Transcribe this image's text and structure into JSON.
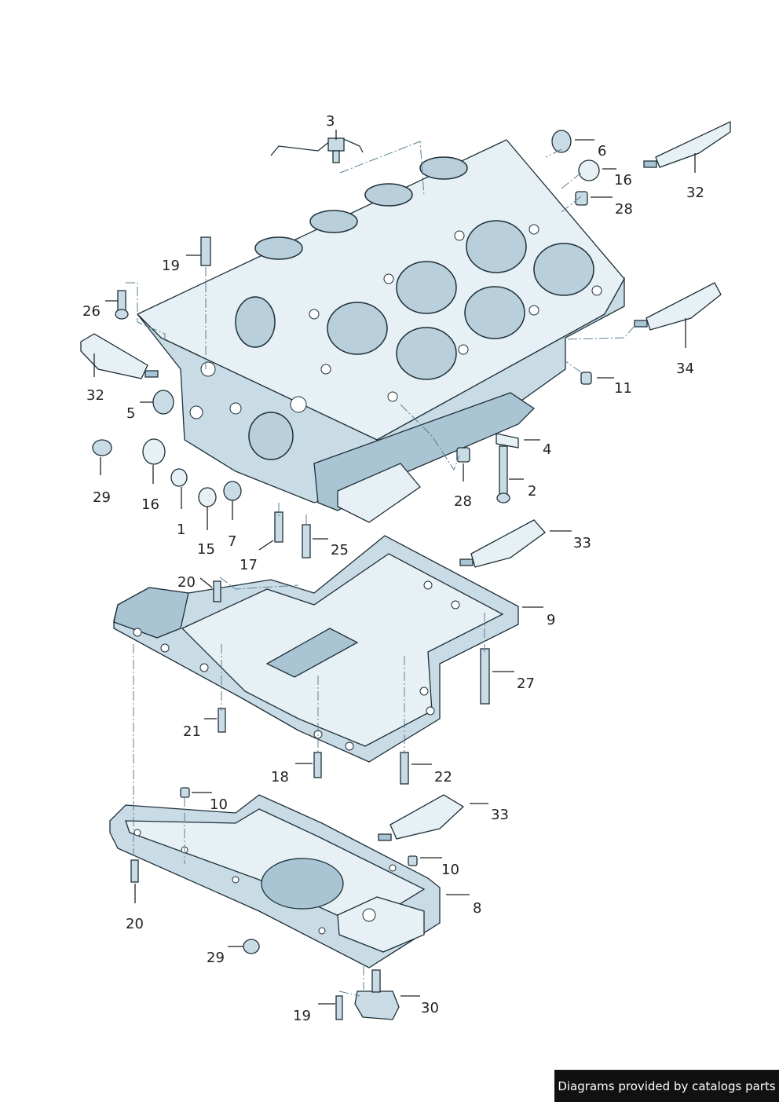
{
  "callouts": {
    "c3": "3",
    "c6": "6",
    "c16a": "16",
    "c28a": "28",
    "c32a": "32",
    "c19a": "19",
    "c26": "26",
    "c32b": "32",
    "c5": "5",
    "c34": "34",
    "c11": "11",
    "c4": "4",
    "c2": "2",
    "c28b": "28",
    "c29a": "29",
    "c16b": "16",
    "c1": "1",
    "c15": "15",
    "c7": "7",
    "c17": "17",
    "c25": "25",
    "c33a": "33",
    "c20a": "20",
    "c9": "9",
    "c27": "27",
    "c21": "21",
    "c18": "18",
    "c22": "22",
    "c10a": "10",
    "c33b": "33",
    "c10b": "10",
    "c8": "8",
    "c20b": "20",
    "c29b": "29",
    "c30": "30",
    "c19b": "19"
  },
  "footer": {
    "text": "Diagrams provided by catalogs parts"
  },
  "colors": {
    "part_fill": "#c9dce6",
    "part_light": "#e7f0f5",
    "outline": "#1d2f38",
    "banner": "#111111"
  }
}
